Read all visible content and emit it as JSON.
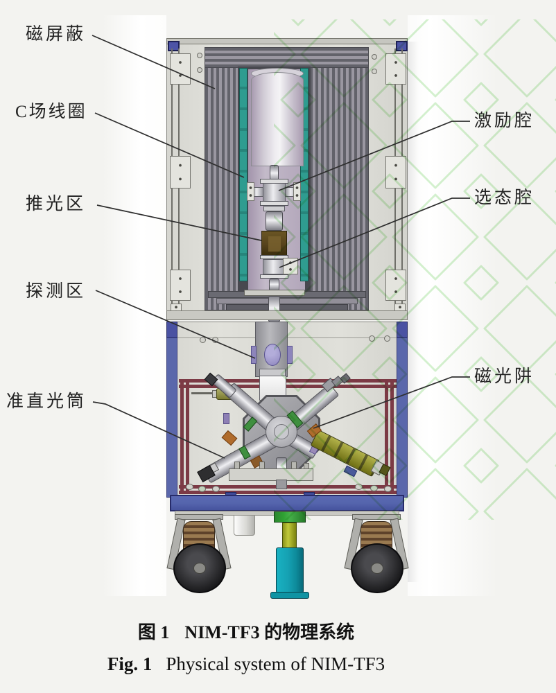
{
  "figure": {
    "labels": [
      {
        "id": "magnetic-shield",
        "text": "磁屏蔽"
      },
      {
        "id": "c-field-coil",
        "text": "C场线圈"
      },
      {
        "id": "push-light-region",
        "text": "推光区"
      },
      {
        "id": "detection-region",
        "text": "探测区"
      },
      {
        "id": "collimation-tube",
        "text": "准直光筒"
      },
      {
        "id": "excitation-cavity",
        "text": "激励腔"
      },
      {
        "id": "state-selection-cavity",
        "text": "选态腔"
      },
      {
        "id": "magneto-optical-trap",
        "text": "磁光阱"
      }
    ]
  },
  "caption": {
    "cn_fig_no": "图 1",
    "cn_title": "NIM-TF3 的物理系统",
    "en_fig_no": "Fig. 1",
    "en_title": "Physical system of NIM-TF3"
  },
  "colors": {
    "leader_line": "#2f2f2f",
    "pattern_green": "#b7e8af",
    "teal_coil": "#2f9c90",
    "maroon_frame": "#7c3a45",
    "base_blue": "#5565ad",
    "jack_green": "#2fa133",
    "jack_teal": "#15a0b2",
    "push_brown": "#57431c"
  }
}
